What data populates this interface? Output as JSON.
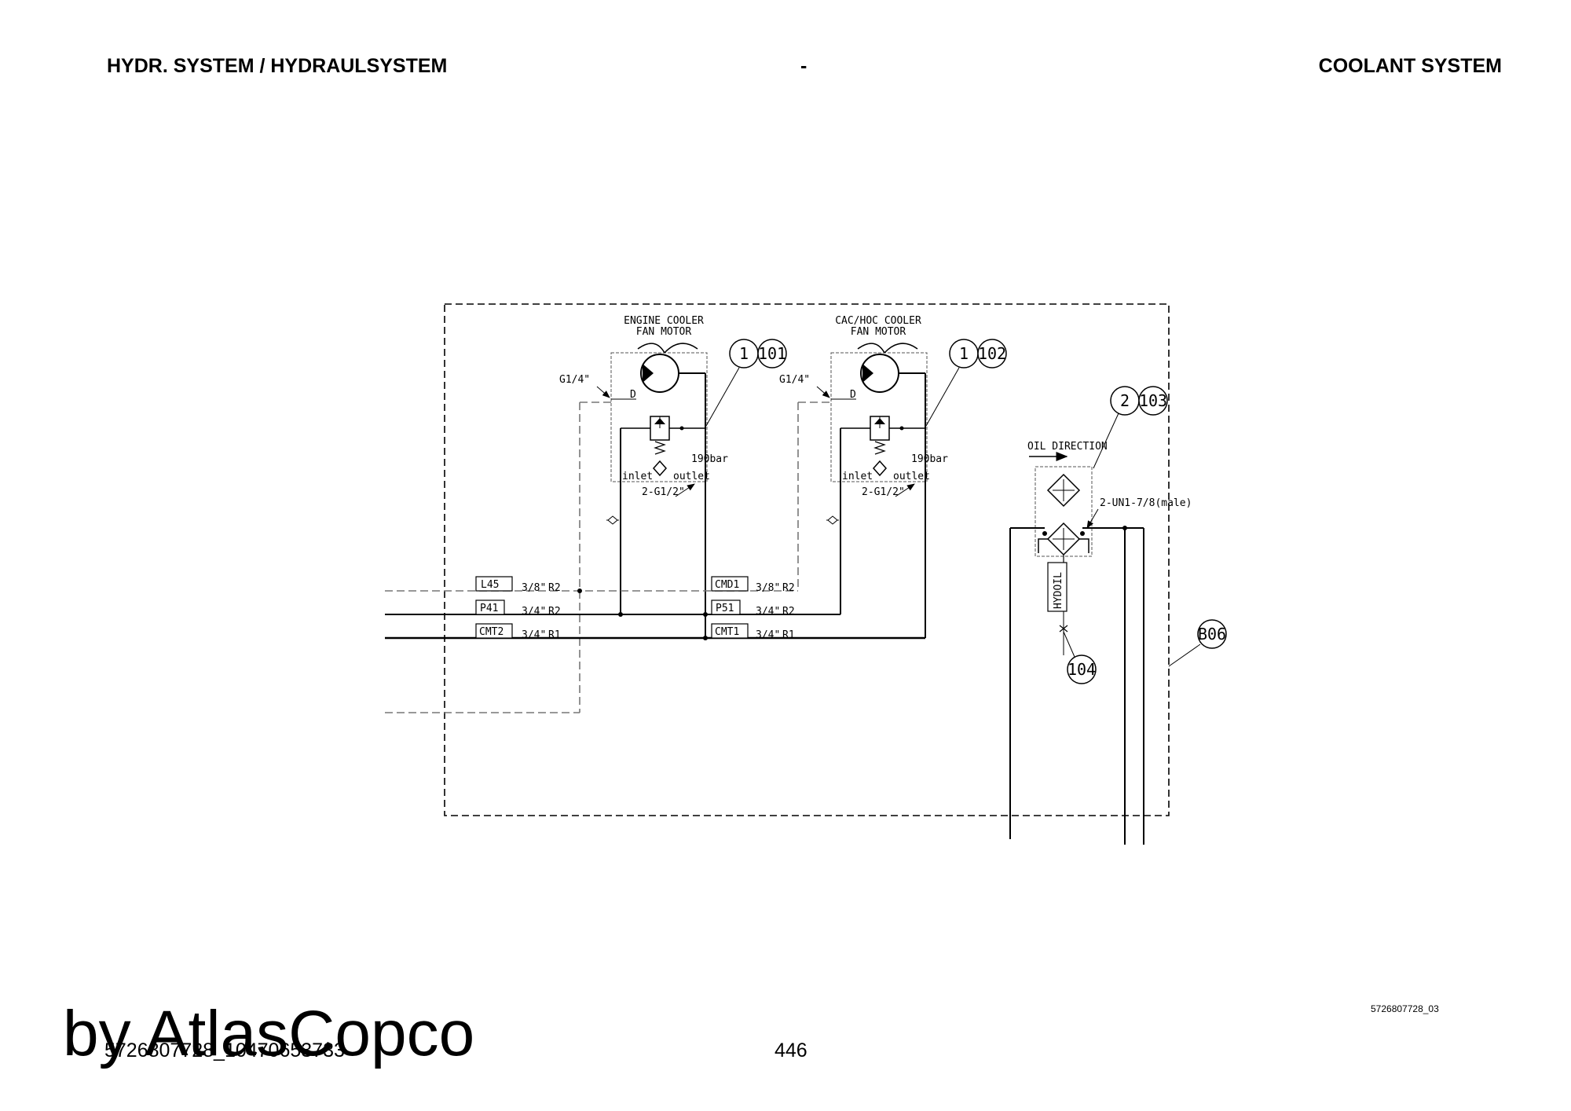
{
  "header": {
    "left": "HYDR. SYSTEM / HYDRAULSYSTEM",
    "center": "-",
    "right": "COOLANT SYSTEM"
  },
  "diagram": {
    "motor1": {
      "title1": "ENGINE COOLER",
      "title2": "FAN MOTOR",
      "port_drain": "G1/4\"",
      "drain": "D",
      "pressure": "190bar",
      "inlet": "inlet",
      "outlet": "outlet",
      "ports": "2-G1/2\"",
      "qty": "1",
      "item": "101"
    },
    "motor2": {
      "title1": "CAC/HOC COOLER",
      "title2": "FAN MOTOR",
      "port_drain": "G1/4\"",
      "drain": "D",
      "pressure": "190bar",
      "inlet": "inlet",
      "outlet": "outlet",
      "ports": "2-G1/2\"",
      "qty": "1",
      "item": "102"
    },
    "cooler": {
      "oil_direction": "OIL DIRECTION",
      "ports": "2-UN1-7/8(male)",
      "qty": "2",
      "item": "103",
      "sensor_label": "HYDOIL",
      "sensor_item": "104",
      "group_item": "B06"
    },
    "lines": [
      {
        "id": "L45",
        "size": "3/8\"",
        "rating": "R2"
      },
      {
        "id": "P41",
        "size": "3/4\"",
        "rating": "R2"
      },
      {
        "id": "CMT2",
        "size": "3/4\"",
        "rating": "R1"
      },
      {
        "id": "CMD1",
        "size": "3/8\"",
        "rating": "R2"
      },
      {
        "id": "P51",
        "size": "3/4\"",
        "rating": "R2"
      },
      {
        "id": "CMT1",
        "size": "3/4\"",
        "rating": "R1"
      }
    ]
  },
  "footer": {
    "doc_number": "5726807728_10470653733",
    "page": "446",
    "ref": "5726807728_03",
    "brand": "by AtlasCopco"
  }
}
